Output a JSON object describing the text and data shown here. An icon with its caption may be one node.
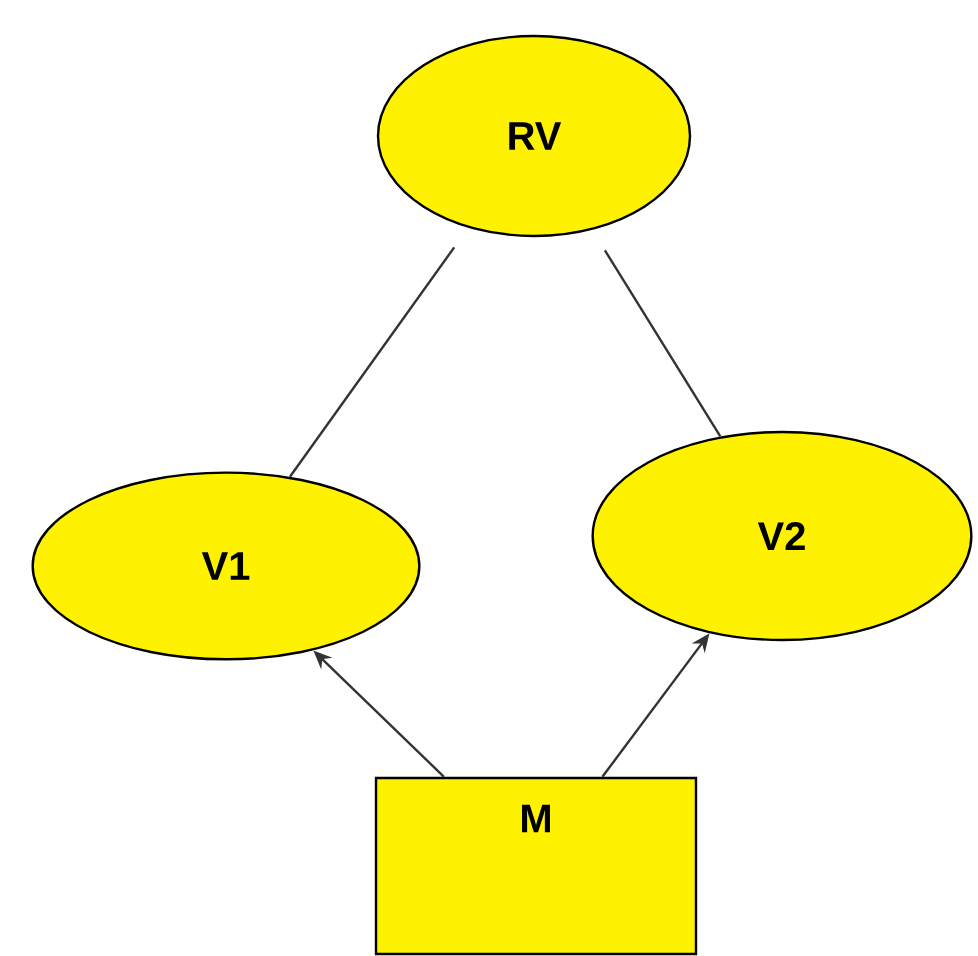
{
  "diagram": {
    "nodes": [
      {
        "text": [
          "RV"
        ]
      },
      {
        "text": [
          "V1"
        ]
      },
      {
        "text": [
          "V2"
        ]
      },
      {
        "text": [
          "M"
        ]
      }
    ],
    "edges": [
      {
        "from": 0,
        "to": 1,
        "arrow": "none"
      },
      {
        "from": 0,
        "to": 2,
        "arrow": "none"
      },
      {
        "from": 3,
        "to": 1,
        "arrow": "to"
      },
      {
        "from": 3,
        "to": 2,
        "arrow": "to"
      }
    ]
  }
}
